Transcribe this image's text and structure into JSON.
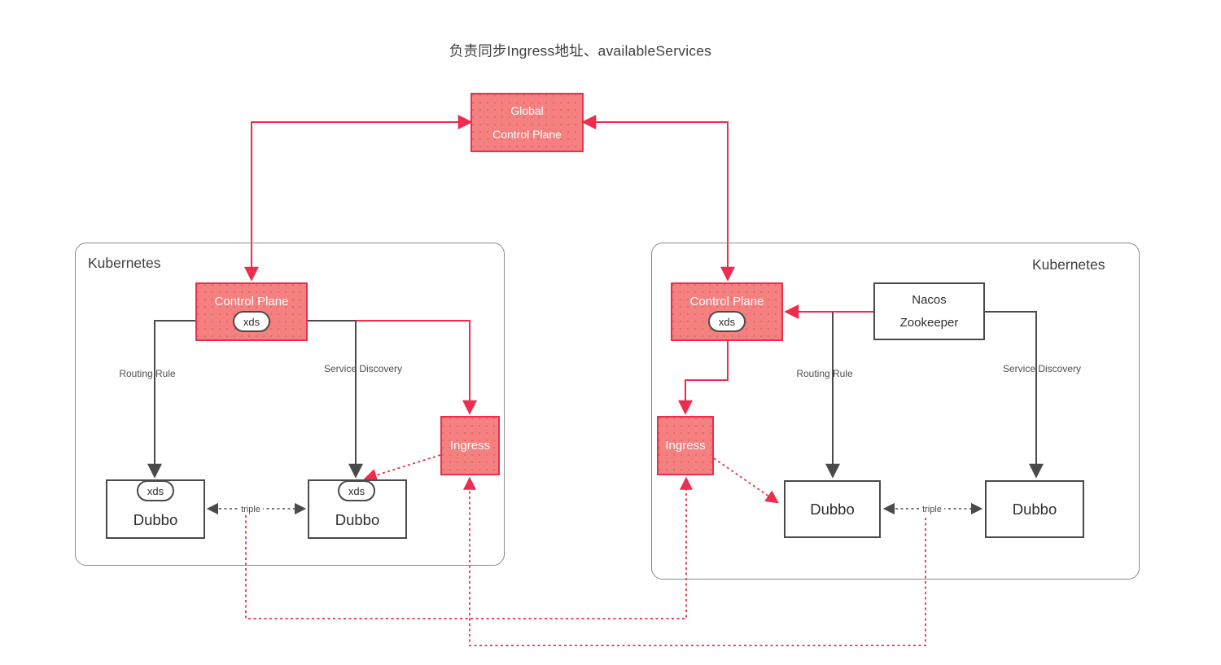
{
  "title": "负责同步Ingress地址、availableServices",
  "colors": {
    "accent_red": "#EC2D4D",
    "node_pink": "#F48080",
    "line_dark": "#4A4A4A",
    "cluster_border": "#8A8A8A"
  },
  "global_control_plane": {
    "line1": "Global",
    "line2": "Control Plane"
  },
  "clusters": {
    "left": {
      "label": "Kubernetes",
      "control_plane": {
        "label": "Control Plane",
        "badge": "xds"
      },
      "ingress": {
        "label": "Ingress"
      },
      "dubbo_a": {
        "label": "Dubbo",
        "badge": "xds"
      },
      "dubbo_b": {
        "label": "Dubbo",
        "badge": "xds"
      },
      "edges": {
        "routing_rule": "Routing Rule",
        "service_discovery": "Service Discovery",
        "triple": "triple"
      }
    },
    "right": {
      "label": "Kubernetes",
      "control_plane": {
        "label": "Control Plane",
        "badge": "xds"
      },
      "registry": {
        "line1": "Nacos",
        "line2": "Zookeeper"
      },
      "ingress": {
        "label": "Ingress"
      },
      "dubbo_a": {
        "label": "Dubbo"
      },
      "dubbo_b": {
        "label": "Dubbo"
      },
      "edges": {
        "routing_rule": "Routing Rule",
        "service_discovery": "Service Discovery",
        "triple": "triple"
      }
    }
  }
}
